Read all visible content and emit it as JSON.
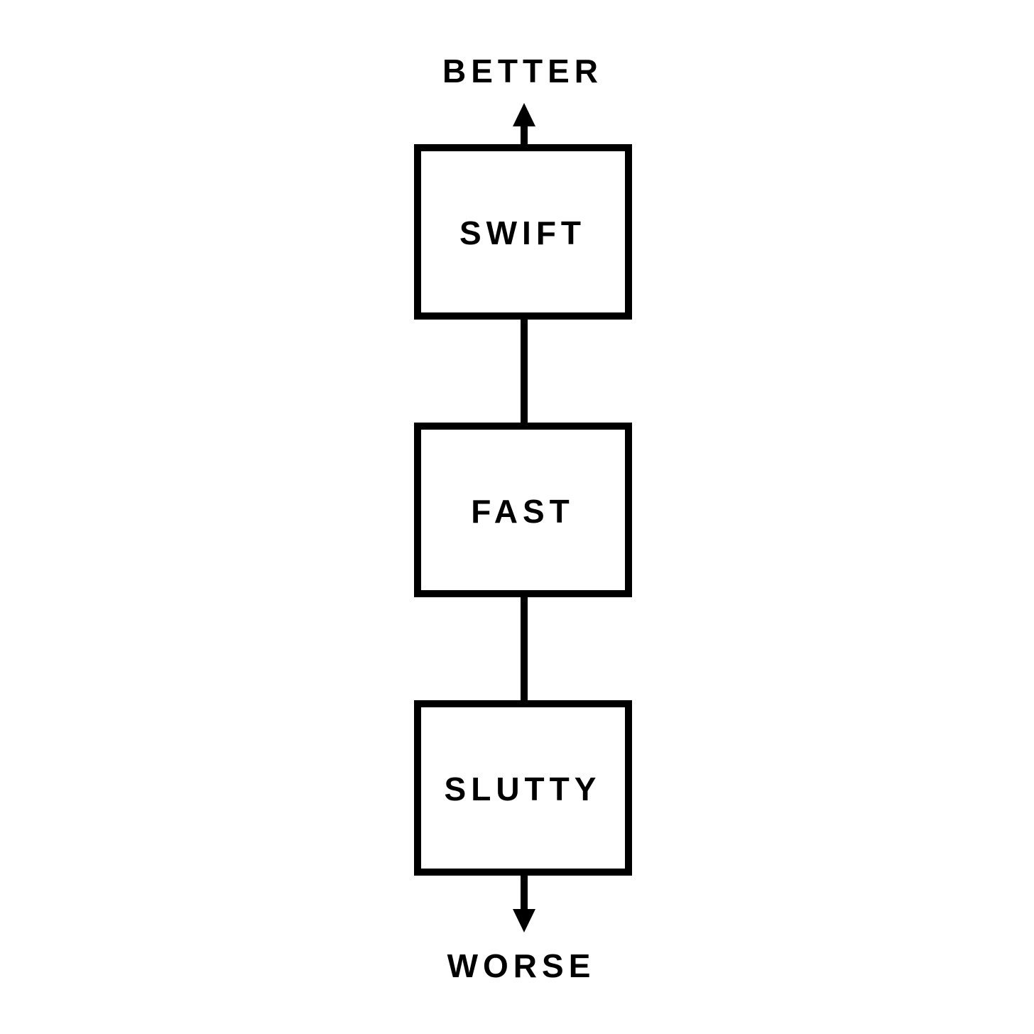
{
  "diagram": {
    "top_label": "BETTER",
    "bottom_label": "WORSE",
    "nodes": [
      {
        "id": "swift",
        "label": "SWIFT"
      },
      {
        "id": "fast",
        "label": "FAST"
      },
      {
        "id": "slutty",
        "label": "SLUTTY"
      }
    ],
    "edges": [
      {
        "from": "swift",
        "to": "fast"
      },
      {
        "from": "fast",
        "to": "slutty"
      }
    ],
    "arrows": [
      {
        "from": "swift",
        "direction": "up",
        "toward": "top_label"
      },
      {
        "from": "slutty",
        "direction": "down",
        "toward": "bottom_label"
      }
    ],
    "colors": {
      "stroke": "#000000",
      "text": "#000000",
      "background": "#ffffff"
    }
  }
}
